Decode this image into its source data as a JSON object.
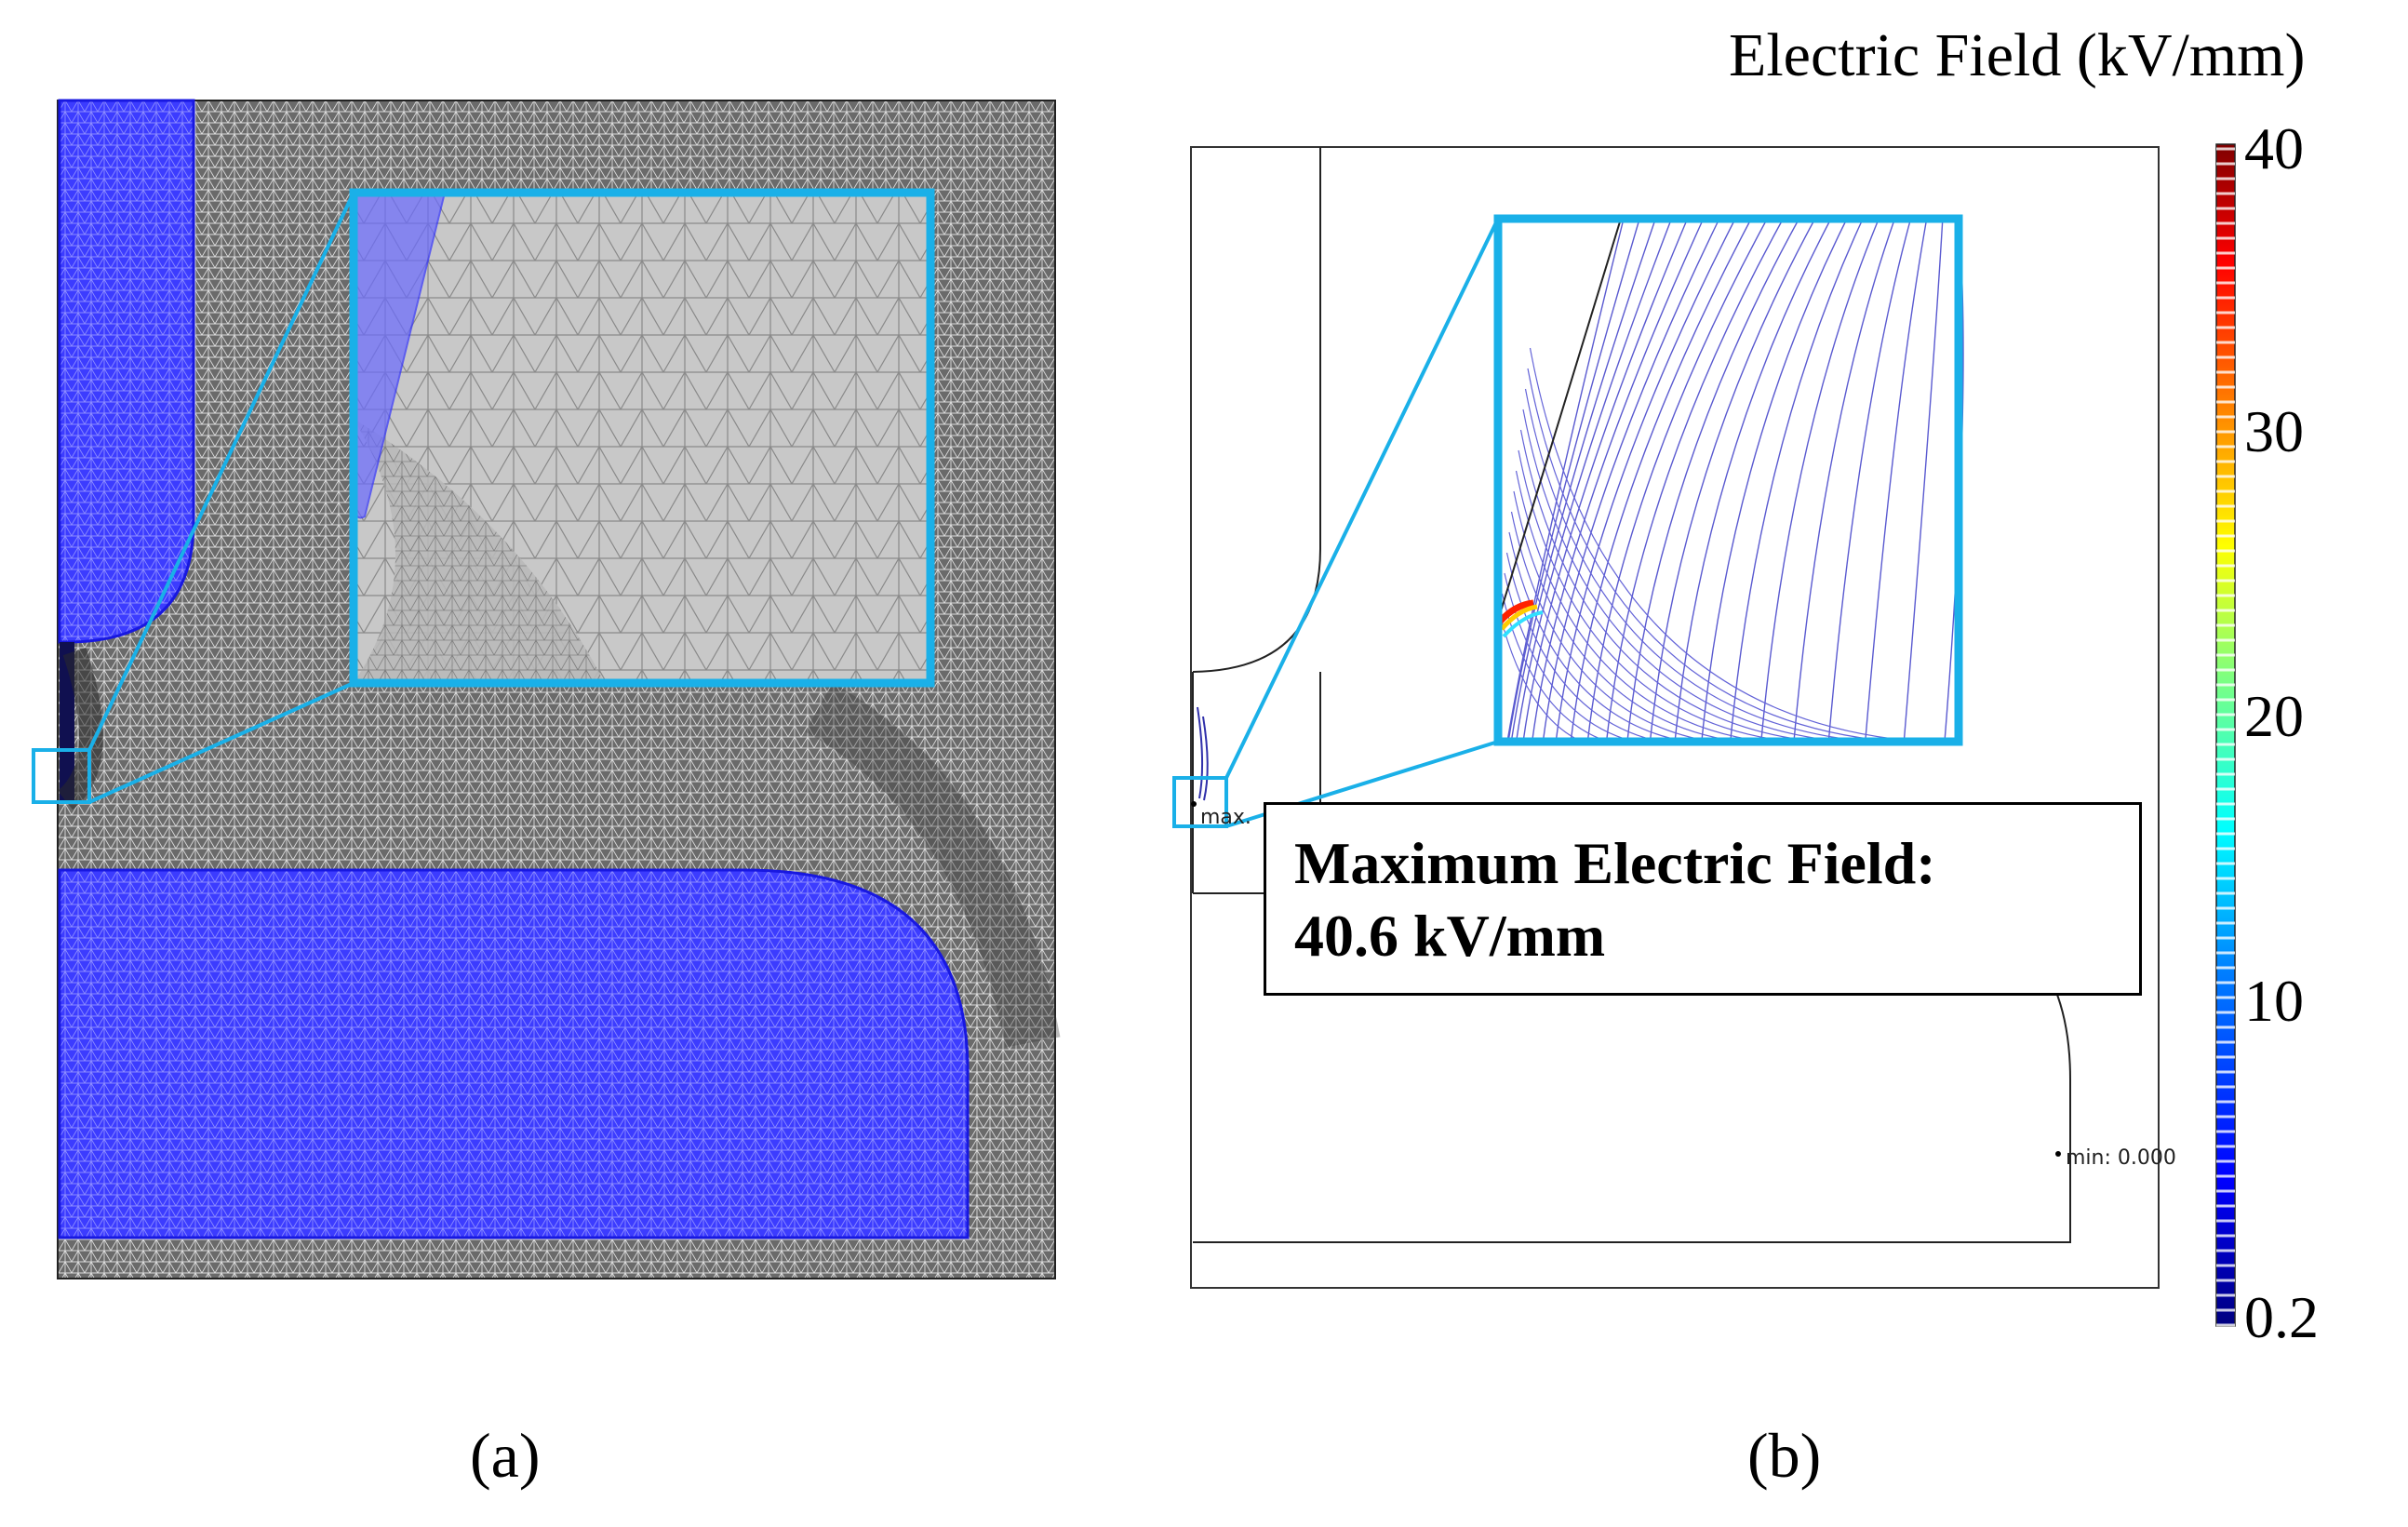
{
  "figure": {
    "panel_a": {
      "label": "(a)"
    },
    "panel_b": {
      "label": "(b)",
      "colorbar_title": "Electric Field (kV/mm)",
      "colorbar_ticks": [
        "40",
        "30",
        "20",
        "10",
        "0.2"
      ],
      "callout_line1": "Maximum Electric Field:",
      "callout_line2": "40.6 kV/mm",
      "max_marker": "max.",
      "min_marker": "min: 0.000"
    }
  },
  "colors": {
    "conductor": "#3a3aff",
    "mesh": "#555555",
    "zoom_frame": "#1ab0e8",
    "colormap": [
      "#00007f",
      "#0000ff",
      "#007fff",
      "#00ffff",
      "#7fff7f",
      "#ffff00",
      "#ff7f00",
      "#ff0000",
      "#7f0000"
    ]
  }
}
